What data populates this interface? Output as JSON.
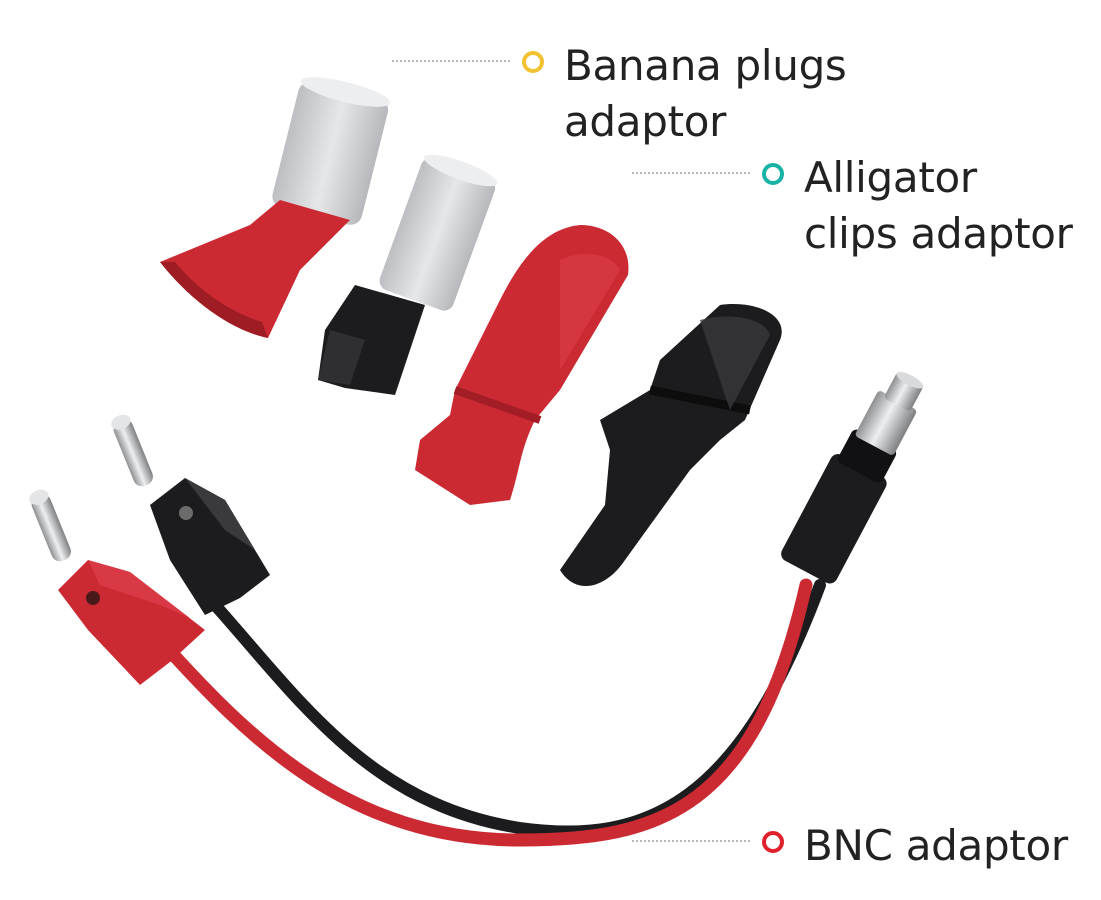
{
  "callouts": [
    {
      "lines": [
        "Banana plugs",
        "adaptor"
      ],
      "dot_color": "#f2c232"
    },
    {
      "lines": [
        "Alligator",
        "clips adaptor"
      ],
      "dot_color": "#19b3a5"
    },
    {
      "lines": [
        "BNC adaptor"
      ],
      "dot_color": "#e0202a"
    }
  ],
  "colors": {
    "red_plastic": "#cc2a33",
    "black_plastic": "#1c1c1e",
    "grey_plastic": "#d4d6d8",
    "metal": "#c4c6c8"
  }
}
